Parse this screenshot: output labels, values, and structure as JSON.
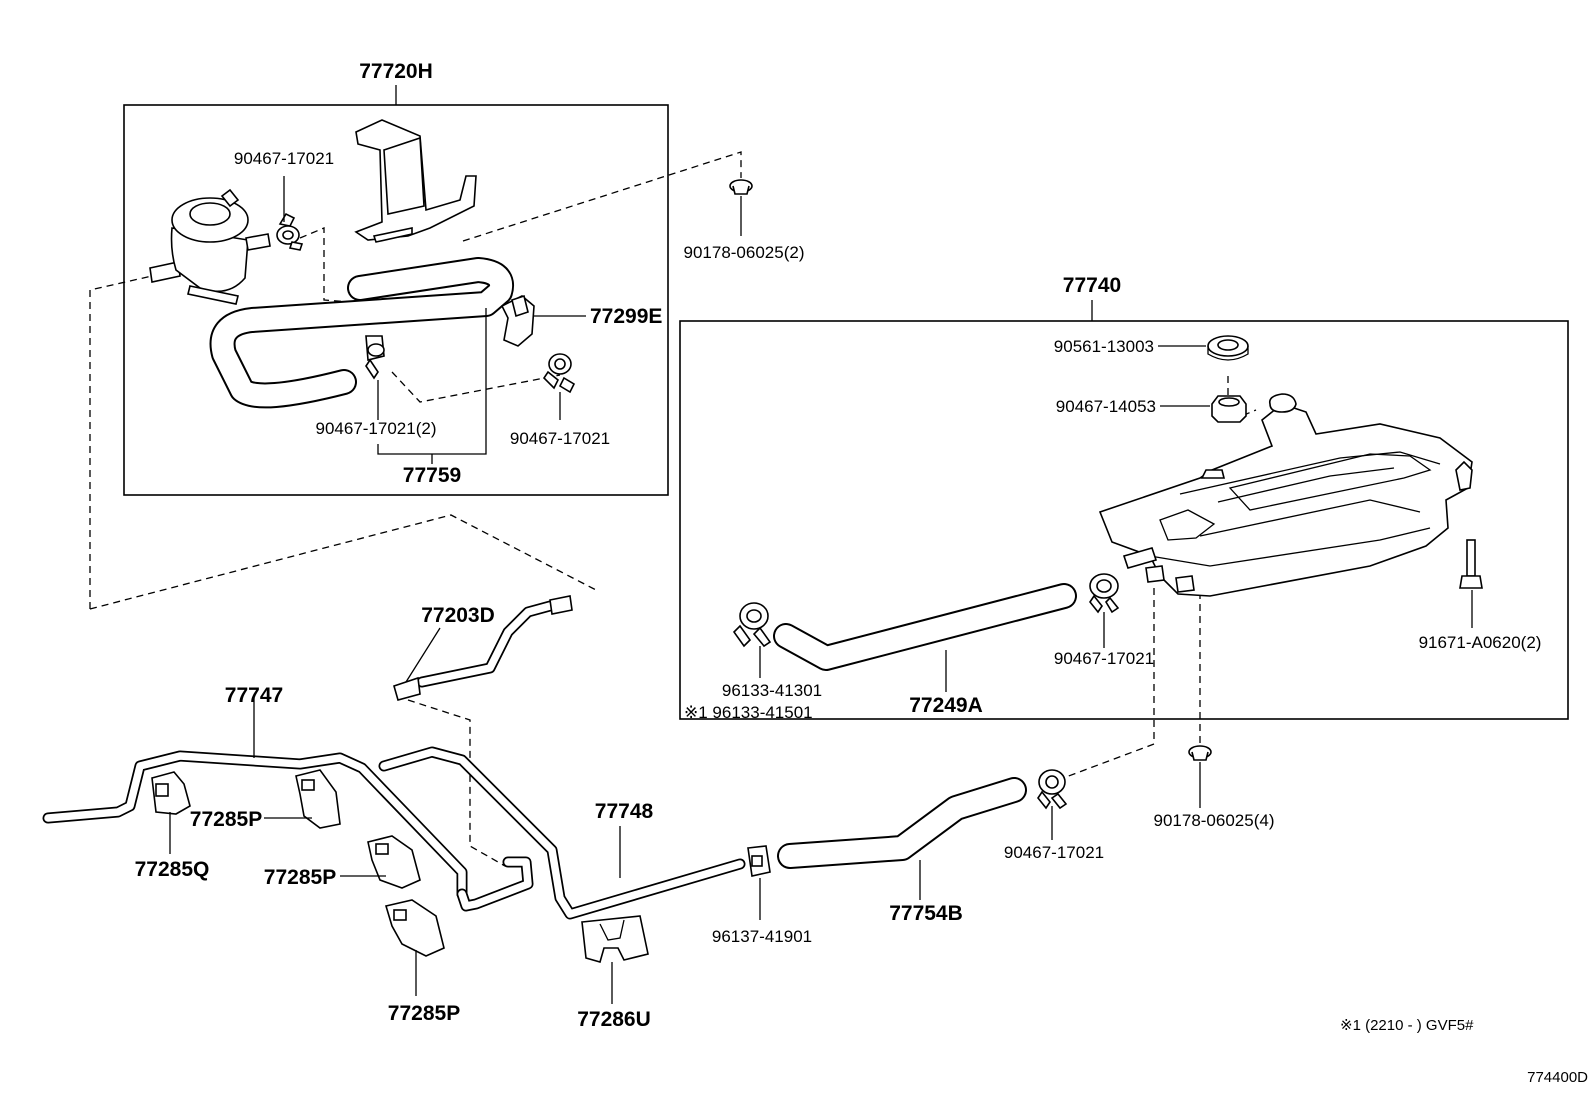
{
  "diagram_id": "774400D",
  "footnote": "※1 (2210 -       ) GVF5#",
  "labels": {
    "a77720H": "77720H",
    "a90467_17021_top": "90467-17021",
    "a90178_06025_2": "90178-06025(2)",
    "a77299E": "77299E",
    "a90467_17021_2": "90467-17021(2)",
    "a90467_17021_box": "90467-17021",
    "a77759": "77759",
    "a77740": "77740",
    "a90561_13003": "90561-13003",
    "a90467_14053": "90467-14053",
    "a91671_A0620_2": "91671-A0620(2)",
    "a90467_17021_can": "90467-17021",
    "a96133_41301": "96133-41301",
    "a96133_41501": "※1 96133-41501",
    "a77249A": "77249A",
    "a77203D": "77203D",
    "a77747": "77747",
    "a77285P_1": "77285P",
    "a77285Q": "77285Q",
    "a77285P_2": "77285P",
    "a77285P_3": "77285P",
    "a77748": "77748",
    "a77286U": "77286U",
    "a96137_41901": "96137-41901",
    "a77754B": "77754B",
    "a90467_17021_low": "90467-17021",
    "a90178_06025_4": "90178-06025(4)"
  }
}
